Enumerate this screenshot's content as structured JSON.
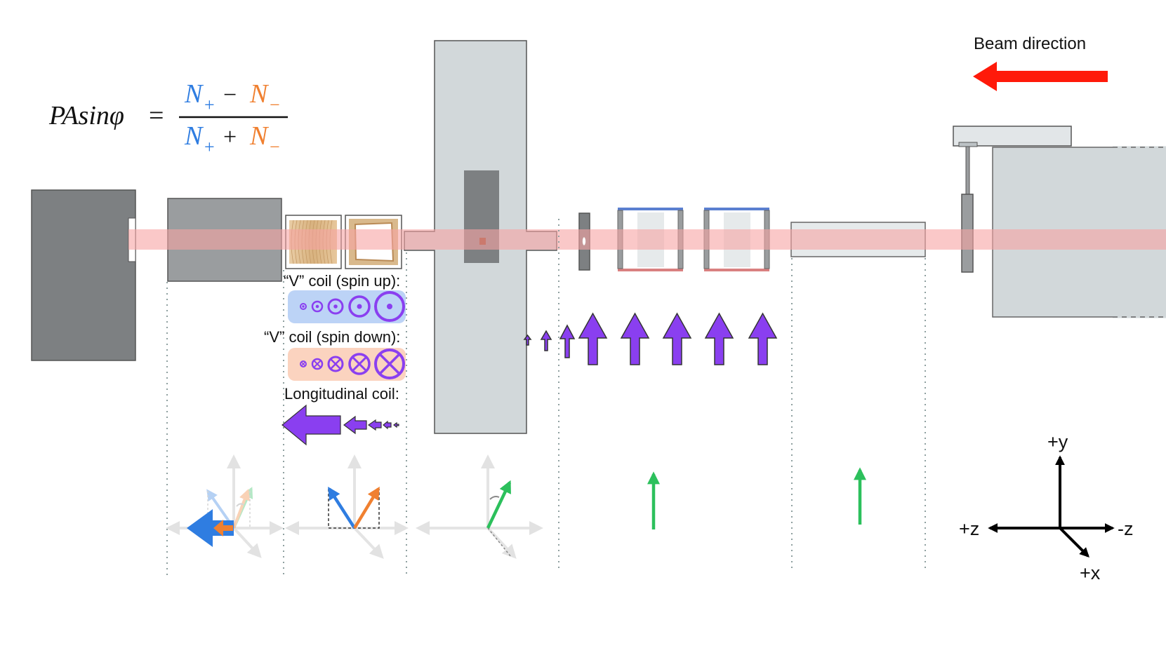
{
  "equation": {
    "lhs": "PAsinφ",
    "equals": "=",
    "n_symbol": "N",
    "plus_sub": "+",
    "minus_sub": "−",
    "minus_op": "−",
    "plus_op": "+"
  },
  "labels": {
    "beam_direction": "Beam direction",
    "v_coil_up": "“V” coil (spin up):",
    "v_coil_down": "“V” coil (spin down):",
    "longitudinal_coil": "Longitudinal coil:"
  },
  "axes": {
    "plus_y": "+y",
    "plus_z": "+z",
    "minus_z": "-z",
    "plus_x": "+x"
  },
  "colors": {
    "beam": "#f7b8b8",
    "beam_arrow": "#ff1a0a",
    "n_plus": "#2f7de1",
    "n_minus": "#f08030",
    "field": "#8a3ff0",
    "spin": "#2cc05c",
    "device_dark": "#7d8082",
    "device_mid": "#9a9d9f",
    "device_light": "#d2d8da",
    "coil_up_bg": "#bcd3f6",
    "coil_down_bg": "#fbd3bf",
    "copper": "#d9b98c"
  }
}
